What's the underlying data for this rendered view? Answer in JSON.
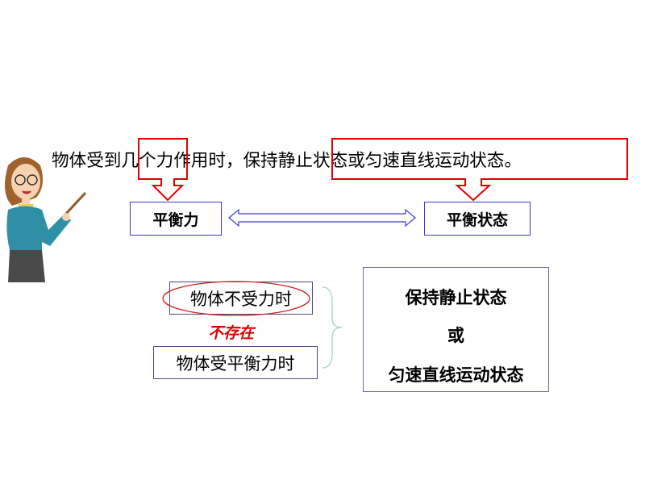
{
  "sentence": {
    "part1": "物体受到",
    "part2": "几个力",
    "part3": "作用时，保持",
    "part4": "静止状态或匀速直线运动状态",
    "part5": "。"
  },
  "left_term": "平衡力",
  "right_term": "平衡状态",
  "condition_none": "物体不受力时",
  "not_exist": "不存在",
  "condition_balanced": "物体受平衡力时",
  "result": {
    "line1": "保持静止状态",
    "line2": "或",
    "line3": "匀速直线运动状态"
  },
  "colors": {
    "highlight": "#e00000",
    "box_border": "#3b3bd0"
  }
}
